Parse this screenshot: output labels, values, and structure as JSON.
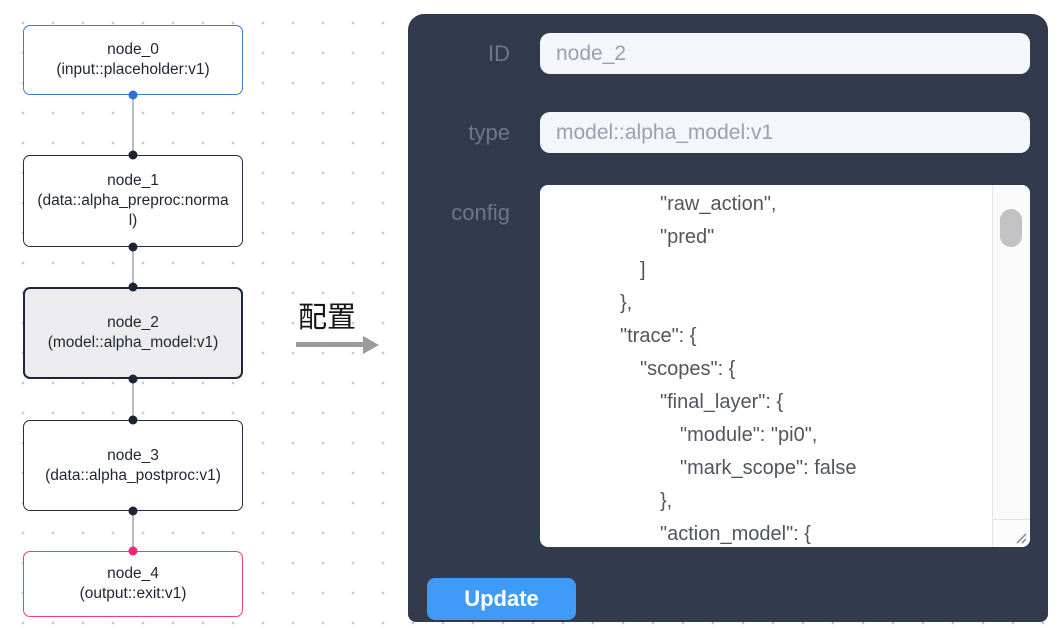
{
  "graph": {
    "nodes": [
      {
        "title": "node_0",
        "subtitle": "(input::placeholder:v1)"
      },
      {
        "title": "node_1",
        "subtitle": "(data::alpha_preproc:normal)"
      },
      {
        "title": "node_2",
        "subtitle": "(model::alpha_model:v1)"
      },
      {
        "title": "node_3",
        "subtitle": "(data::alpha_postproc:v1)"
      },
      {
        "title": "node_4",
        "subtitle": "(output::exit:v1)"
      }
    ],
    "annotation_label": "配置"
  },
  "inspector": {
    "id_field": {
      "label": "ID",
      "value": "node_2"
    },
    "type_field": {
      "label": "type",
      "value": "model::alpha_model:v1"
    },
    "config_field": {
      "label": "config",
      "lines": [
        "          \"raw_action\",",
        "          \"pred\"",
        "        ]",
        "      },",
        "      \"trace\": {",
        "        \"scopes\": {",
        "          \"final_layer\": {",
        "            \"module\": \"pi0\",",
        "            \"mark_scope\": false",
        "          },",
        "          \"action_model\": {"
      ]
    },
    "update_button_label": "Update"
  },
  "colors": {
    "panel_bg": "#313b4d",
    "button_blue": "#3f9bf5",
    "input_node_border": "#4678c8",
    "output_node_border": "#ea3c7e",
    "default_node_border": "#252e42",
    "selected_node_fill": "#ececee",
    "port_dark": "#1c2434",
    "port_blue": "#2e6fd8",
    "port_pink": "#f0257c",
    "edge_gray": "#b8bcc4"
  }
}
